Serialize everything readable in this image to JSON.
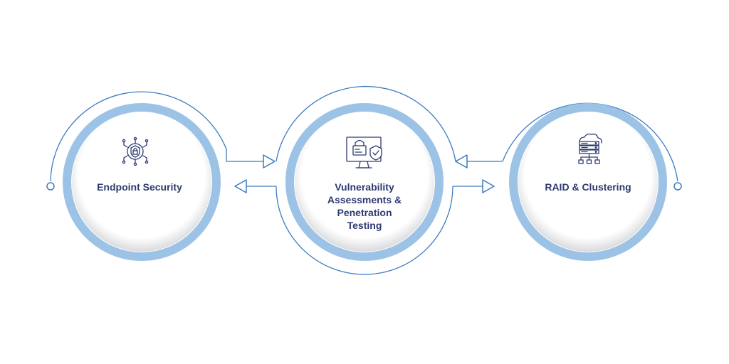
{
  "nodes": [
    {
      "label_lines": [
        "Endpoint Security"
      ],
      "icon": "shield-lock-circuit-icon"
    },
    {
      "label_lines": [
        "Vulnerability",
        "Assessments &",
        "Penetration",
        "Testing"
      ],
      "icon": "monitor-lock-shield-icon"
    },
    {
      "label_lines": [
        "RAID & Clustering"
      ],
      "icon": "cloud-server-network-icon"
    }
  ],
  "colors": {
    "ring": "#9cc3e6",
    "line": "#3d7bbf",
    "text": "#2e3a70",
    "icon": "#2e3a70",
    "arrow_fill": "#ffffff"
  }
}
